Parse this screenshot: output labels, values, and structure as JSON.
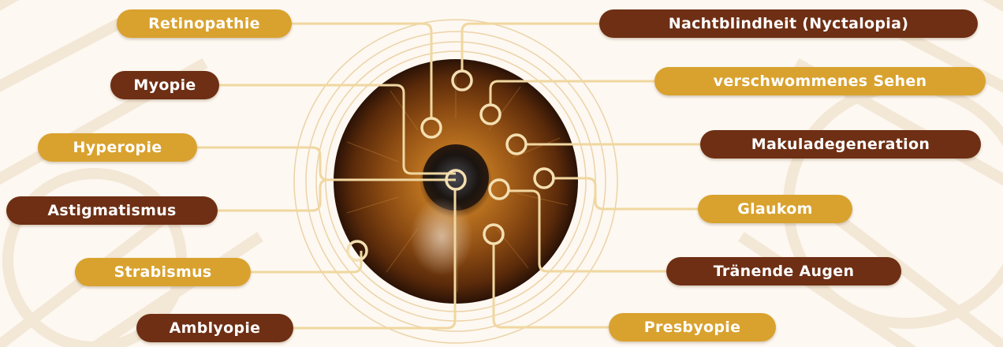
{
  "labels": {
    "retinopathie": "Retinopathie",
    "myopie": "Myopie",
    "hyperopie": "Hyperopie",
    "astigmatismus": "Astigmatismus",
    "strabismus": "Strabismus",
    "amblyopie": "Amblyopie",
    "nachtblindheit": "Nachtblindheit (Nyctalopia)",
    "verschwommenes_sehen": "verschwommenes Sehen",
    "makuladegeneration": "Makuladegeneration",
    "glaukom": "Glaukom",
    "traenende_augen": "Tränende Augen",
    "presbyopie": "Presbyopie"
  },
  "colors": {
    "gold": "#d9a22e",
    "brown": "#6e2f14",
    "connector": "#f0d7a0",
    "background": "#fdf8f1"
  }
}
